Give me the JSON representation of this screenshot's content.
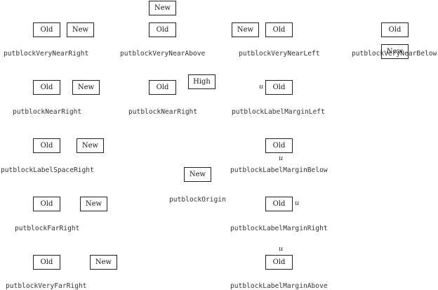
{
  "samples": [
    {
      "caption": "putblockVeryNearRight",
      "old": "Old",
      "new": "New"
    },
    {
      "caption": "putblockVeryNearAbove",
      "old": "Old",
      "new": "New"
    },
    {
      "caption": "putblockVeryNearLeft",
      "old": "Old",
      "new": "New"
    },
    {
      "caption": "putblockVeryNearBelow",
      "old": "Old",
      "new": "New"
    },
    {
      "caption": "putblockNearRight",
      "old": "Old",
      "new": "New"
    },
    {
      "caption": "putblockNearRight",
      "old": "Old",
      "new": "High"
    },
    {
      "caption": "putblockLabelMarginLeft",
      "old": "Old",
      "label": "u"
    },
    {
      "caption": "putblockLabelSpaceRight",
      "old": "Old",
      "new": "New"
    },
    {
      "caption": "putblockOrigin",
      "new": "New"
    },
    {
      "caption": "putblockLabelMarginBelow",
      "old": "Old",
      "label": "u"
    },
    {
      "caption": "putblockFarRight",
      "old": "Old",
      "new": "New"
    },
    {
      "caption": "putblockLabelMarginRight",
      "old": "Old",
      "label": "u"
    },
    {
      "caption": "putblockVeryFarRight",
      "old": "Old",
      "new": "New"
    },
    {
      "caption": "putblockLabelMarginAbove",
      "old": "Old",
      "label": "u"
    }
  ]
}
